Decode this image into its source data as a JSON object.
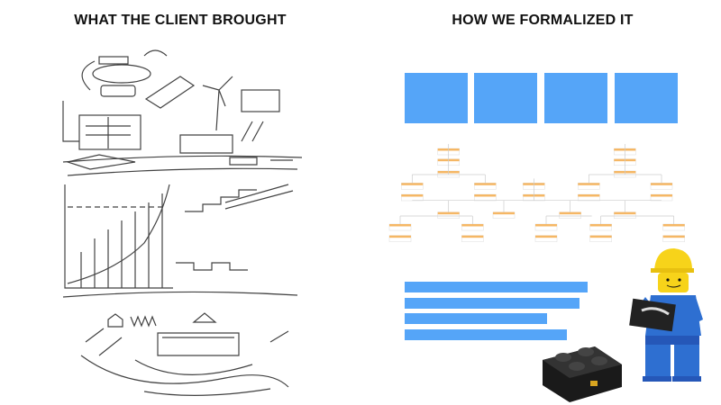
{
  "left_panel": {
    "title": "WHAT THE CLIENT BROUGHT"
  },
  "right_panel": {
    "title": "HOW WE FORMALIZED IT"
  },
  "colors": {
    "accent_blue": "#55a5f8",
    "node_orange": "#f5b765",
    "helmet_yellow": "#f7d31a"
  },
  "boxes_count": 4,
  "bars": [
    {
      "fill_fraction": 1.0
    },
    {
      "fill_fraction": 0.956
    },
    {
      "fill_fraction": 0.778
    },
    {
      "fill_fraction": 0.887
    }
  ]
}
